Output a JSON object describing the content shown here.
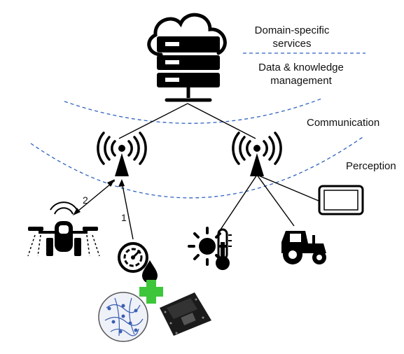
{
  "layers": {
    "services_line1": "Domain-specific",
    "services_line2": "services",
    "data_line1": "Data & knowledge",
    "data_line2": "management",
    "communication": "Communication",
    "perception": "Perception"
  },
  "links": {
    "label_2": "2",
    "label_1": "1"
  },
  "colors": {
    "divider": "#2e62c0",
    "icon": "#000000",
    "plus": "#3ec63a"
  },
  "icons": [
    "cloud-server-icon",
    "antenna-icon",
    "drone-icon",
    "gauge-icon",
    "water-drop-icon",
    "sun-icon",
    "thermometer-icon",
    "tractor-icon",
    "tablet-icon",
    "network-dish-icon",
    "plus-icon",
    "circuit-board-icon"
  ]
}
